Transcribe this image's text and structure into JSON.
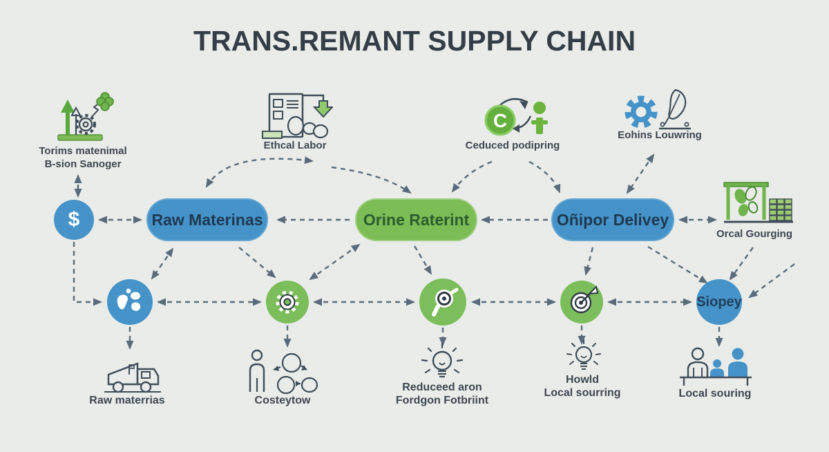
{
  "title": "TRANS.REMANT SUPPLY CHAIN",
  "top_row": {
    "sourcing": {
      "label_line1": "Torims matenimal",
      "label_line2": "B-sion Sanoger",
      "icon": "growth-gear-icon"
    },
    "labor": {
      "label": "Ethcal Labor",
      "icon": "document-arrow-icon"
    },
    "packaging": {
      "label": "Ceduced podipring",
      "badge": "C",
      "icon": "recycle-c-person-icon"
    },
    "quill": {
      "label": "Eohins Louwring",
      "icon": "gear-quill-icon"
    }
  },
  "stage_row": {
    "dollar_badge": "$",
    "raw_materials": "Raw Materinas",
    "processing": "Orine Raterint",
    "delivery": "Oñipor Delivey",
    "local_sourcing": {
      "label": "Orcal Gourging",
      "icon": "plant-shelf-icon"
    }
  },
  "node_row": {
    "globe": "globe-icon",
    "gear": "gear-icon",
    "magnifier": "magnifier-icon",
    "target": "target-dart-icon",
    "siopey": "Siopey"
  },
  "bottom_row": {
    "raw": {
      "label": "Raw materrias",
      "icon": "truck-icon"
    },
    "cost": {
      "label": "Costeytow",
      "icon": "person-cycle-icon"
    },
    "footprint": {
      "label_line1": "Reduceed aron",
      "label_line2": "Fordgon Fotbriint",
      "icon": "lightbulb-icon"
    },
    "howld": {
      "label_line1": "Howld",
      "label_line2": "Local sourring",
      "icon": "lightbulb-icon"
    },
    "local": {
      "label": "Local souring",
      "icon": "people-table-icon"
    }
  },
  "colors": {
    "background": "#e9ece8",
    "blue": "#4593c8",
    "green": "#7cbd5c",
    "green_dark": "#64b13e",
    "arrow": "#5a6b7b",
    "ink": "#3d4751",
    "title_ink": "#343e46"
  }
}
